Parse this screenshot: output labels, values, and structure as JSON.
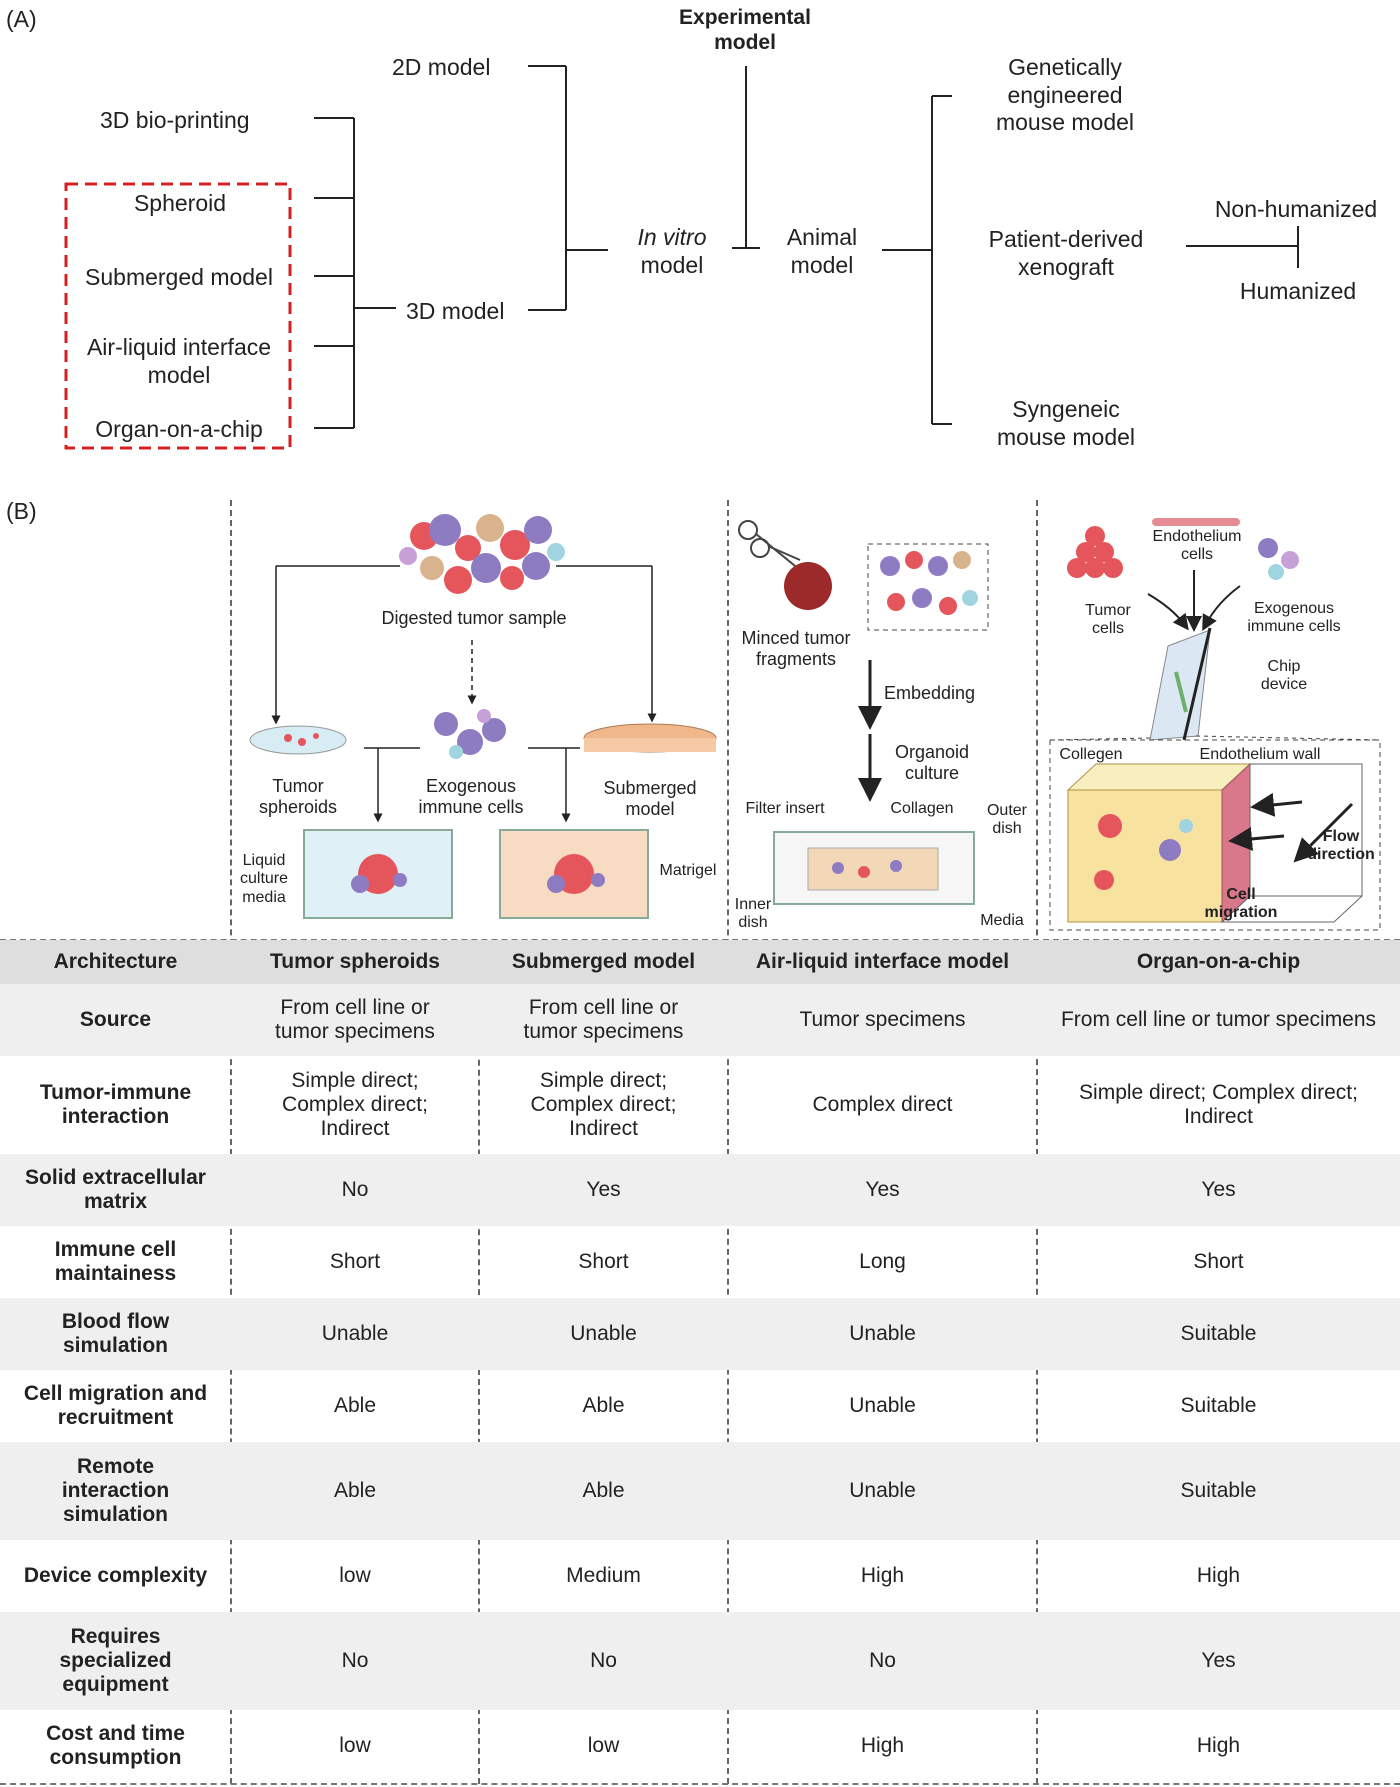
{
  "panel_a": {
    "label": "(A)",
    "root": "Experimental\nmodel",
    "in_vitro_prefix": "In vitro",
    "in_vitro_suffix": "model",
    "animal": "Animal\nmodel",
    "model_2d": "2D model",
    "model_3d": "3D model",
    "bioprinting": "3D bio-printing",
    "spheroid": "Spheroid",
    "submerged": "Submerged model",
    "ali": "Air-liquid interface\nmodel",
    "ooc": "Organ-on-a-chip",
    "gemm": "Genetically\nengineered\nmouse model",
    "pdx": "Patient-derived\nxenograft",
    "syngeneic": "Syngeneic\nmouse model",
    "non_humanized": "Non-humanized",
    "humanized": "Humanized"
  },
  "panel_b": {
    "label": "(B)",
    "digested": "Digested tumor sample",
    "tumor_spheroids": "Tumor\nspheroids",
    "exogenous_immune": "Exogenous\nimmune cells",
    "submerged_model": "Submerged\nmodel",
    "liquid_media": "Liquid\nculture\nmedia",
    "matrigel": "Matrigel",
    "minced": "Minced tumor\nfragments",
    "embedding": "Embedding",
    "organoid_culture": "Organoid\nculture",
    "filter_insert": "Filter insert",
    "collagen": "Collagen",
    "outer_dish": "Outer\ndish",
    "inner_dish": "Inner\ndish",
    "media": "Media",
    "endothelium_cells": "Endothelium\ncells",
    "tumor_cells": "Tumor\ncells",
    "exogenous_immune_cells": "Exogenous\nimmune cells",
    "chip_device": "Chip\ndevice",
    "collegen": "Collegen",
    "endothelium_wall": "Endothelium wall",
    "flow_direction": "Flow\ndirection",
    "cell_migration": "Cell\nmigration"
  },
  "table": {
    "header": [
      "Architecture",
      "Tumor spheroids",
      "Submerged model",
      "Air-liquid interface model",
      "Organ-on-a-chip"
    ],
    "rows": [
      [
        "Source",
        "From cell line or\ntumor specimens",
        "From cell line or\ntumor specimens",
        "Tumor specimens",
        "From cell line or tumor specimens"
      ],
      [
        "Tumor-immune\ninteraction",
        "Simple direct;\nComplex direct;\nIndirect",
        "Simple direct;\nComplex direct;\nIndirect",
        "Complex direct",
        "Simple direct; Complex direct;\nIndirect"
      ],
      [
        "Solid extracellular\nmatrix",
        "No",
        "Yes",
        "Yes",
        "Yes"
      ],
      [
        "Immune cell\nmaintainess",
        "Short",
        "Short",
        "Long",
        "Short"
      ],
      [
        "Blood flow\nsimulation",
        "Unable",
        "Unable",
        "Unable",
        "Suitable"
      ],
      [
        "Cell migration and\nrecruitment",
        "Able",
        "Able",
        "Unable",
        "Suitable"
      ],
      [
        "Remote\ninteraction\nsimulation",
        "Able",
        "Able",
        "Unable",
        "Suitable"
      ],
      [
        "Device complexity",
        "low",
        "Medium",
        "High",
        "High"
      ],
      [
        "Requires\nspecialized\nequipment",
        "No",
        "No",
        "No",
        "Yes"
      ],
      [
        "Cost and time\nconsumption",
        "low",
        "low",
        "High",
        "High"
      ]
    ]
  },
  "colors": {
    "dashed_box": "#d42020",
    "cell_red": "#e4565c",
    "cell_purple": "#8e7cc3",
    "cell_tan": "#d9b38c",
    "collagen_yellow": "#f7e2a0",
    "wall_pink": "#d9788a"
  }
}
